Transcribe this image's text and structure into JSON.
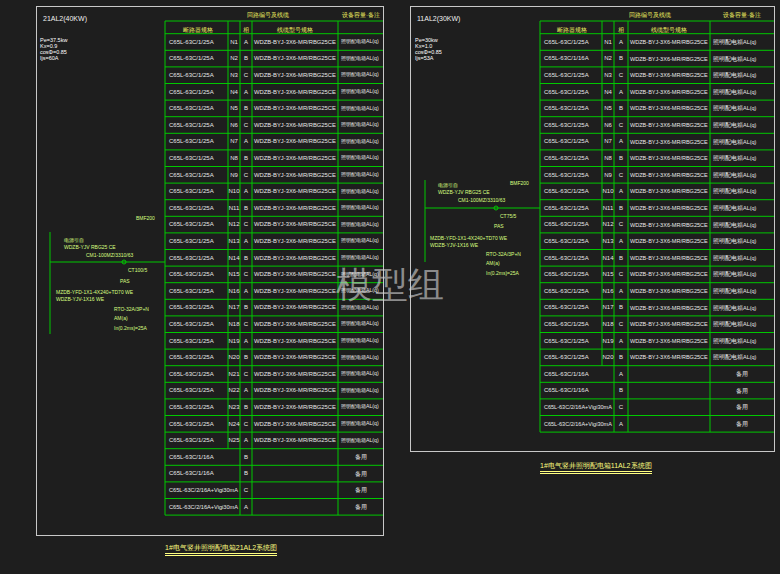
{
  "diagram": {
    "nodes": [
      {
        "text": [
          "21AL2(40KW)"
        ]
      },
      {
        "text": [
          "11AL2(30KW)"
        ]
      }
    ],
    "labels": [
      "Pe=37.5kw",
      "Kx=0.9",
      "cosΦ=0.85",
      "Ijs=60A",
      "回路编号及线缆",
      "设备容量·备注",
      "断路器规格",
      "相",
      "线缆型号规格",
      "C65L-63C/1/25A",
      "N1",
      "A",
      "WDZB-BYJ-3X6-MR/RBG25CE",
      "照明配电箱AL(q)",
      "C65L-63C/1/25A",
      "N2",
      "B",
      "WDZB-BYJ-3X6-MR/RBG25CE",
      "照明配电箱AL(q)",
      "C65L-63C/1/25A",
      "N3",
      "C",
      "WDZB-BYJ-3X6-MR/RBG25CE",
      "照明配电箱AL(q)",
      "C65L-63C/1/25A",
      "N4",
      "A",
      "WDZB-BYJ-3X6-MR/RBG25CE",
      "照明配电箱AL(q)",
      "C65L-63C/1/25A",
      "N5",
      "B",
      "WDZB-BYJ-3X6-MR/RBG25CE",
      "照明配电箱AL(q)",
      "C65L-63C/1/25A",
      "N6",
      "C",
      "WDZB-BYJ-3X6-MR/RBG25CE",
      "照明配电箱AL(q)",
      "C65L-63C/1/25A",
      "N7",
      "A",
      "WDZB-BYJ-3X6-MR/RBG25CE",
      "照明配电箱AL(q)",
      "C65L-63C/1/25A",
      "N8",
      "B",
      "WDZB-BYJ-3X6-MR/RBG25CE",
      "照明配电箱AL(q)",
      "C65L-63C/1/25A",
      "N9",
      "C",
      "WDZB-BYJ-3X6-MR/RBG25CE",
      "照明配电箱AL(q)",
      "C65L-63C/1/25A",
      "N10",
      "A",
      "WDZB-BYJ-3X6-MR/RBG25CE",
      "照明配电箱AL(q)",
      "C65L-63C/1/25A",
      "N11",
      "B",
      "WDZB-BYJ-3X6-MR/RBG25CE",
      "照明配电箱AL(q)",
      "C65L-63C/1/25A",
      "N12",
      "C",
      "WDZB-BYJ-3X6-MR/RBG25CE",
      "照明配电箱AL(q)",
      "C65L-63C/1/25A",
      "N13",
      "A",
      "WDZB-BYJ-3X6-MR/RBG25CE",
      "照明配电箱AL(q)",
      "C65L-63C/1/25A",
      "N14",
      "B",
      "WDZB-BYJ-3X6-MR/RBG25CE",
      "照明配电箱AL(q)",
      "C65L-63C/1/25A",
      "N15",
      "C",
      "WDZB-BYJ-3X6-MR/RBG25CE",
      "照明配电箱AL(q)",
      "C65L-63C/1/25A",
      "N16",
      "A",
      "WDZB-BYJ-3X6-MR/RBG25CE",
      "照明配电箱AL(q)",
      "C65L-63C/1/25A",
      "N17",
      "B",
      "WDZB-BYJ-3X6-MR/RBG25CE",
      "照明配电箱AL(q)",
      "C65L-63C/1/25A",
      "N18",
      "C",
      "WDZB-BYJ-3X6-MR/RBG25CE",
      "照明配电箱AL(q)",
      "C65L-63C/1/25A",
      "N19",
      "A",
      "WDZB-BYJ-3X6-MR/RBG25CE",
      "照明配电箱AL(q)",
      "C65L-63C/1/25A",
      "N20",
      "B",
      "WDZB-BYJ-3X6-MR/RBG25CE",
      "照明配电箱AL(q)",
      "C65L-63C/1/25A",
      "N21",
      "C",
      "WDZB-BYJ-3X6-MR/RBG25CE",
      "照明配电箱AL(q)",
      "C65L-63C/1/25A",
      "N22",
      "A",
      "WDZB-BYJ-3X6-MR/RBG25CE",
      "照明配电箱AL(q)",
      "C65L-63C/1/25A",
      "N23",
      "B",
      "WDZB-BYJ-3X6-MR/RBG25CE",
      "照明配电箱AL(q)",
      "C65L-63C/1/25A",
      "N24",
      "C",
      "WDZB-BYJ-3X6-MR/RBG25CE",
      "照明配电箱AL(q)",
      "C65L-63C/1/25A",
      "N25",
      "A",
      "WDZB-BYJ-3X6-MR/RBG25CE",
      "照明配电箱AL(q)",
      "C65L-63C/1/16A",
      "B",
      "备用",
      "C65L-63C/1/16A",
      "B",
      "备用",
      "C65L-63C/2/16A+Vigi30mA",
      "C",
      "备用",
      "C65L-63C/2/16A+Vigi30mA",
      "A",
      "备用",
      "BMF200",
      "电源引自",
      "WDZB-YJV RBG25 CE",
      "CM1-100MZ/3310/63",
      "CT100/5",
      "PAS",
      "MZDB-YFD-1X1-4X240+TD70 WE",
      "WDZB-YJV-1X16 WE",
      "RTO-32A/3P+N",
      "AM(a)",
      "In(0.2ms)=25A",
      "1#电气竖井照明配电箱21AL2系统图",
      "Pe=30kw",
      "Kx=1.0",
      "cosΦ=0.85",
      "Ijs=53A",
      "回路编号及线缆",
      "设备容量·备注",
      "断路器规格",
      "相",
      "线缆型号规格",
      "C65L-63C/1/25A",
      "N1",
      "A",
      "WDZB-BYJ-3X6-MR/RBG25CE",
      "照明配电箱AL(q)",
      "C65L-63C/1/16A",
      "N2",
      "B",
      "WDZB-BYJ-3X6-MR/RBG25CE",
      "照明配电箱AL(q)",
      "C65L-63C/1/25A",
      "N3",
      "C",
      "WDZB-BYJ-3X6-MR/RBG25CE",
      "照明配电箱AL(q)",
      "C65L-63C/1/25A",
      "N4",
      "A",
      "WDZB-BYJ-3X6-MR/RBG25CE",
      "照明配电箱AL(q)",
      "C65L-63C/1/25A",
      "N5",
      "B",
      "WDZB-BYJ-3X6-MR/RBG25CE",
      "照明配电箱AL(q)",
      "C65L-63C/1/25A",
      "N6",
      "C",
      "WDZB-BYJ-3X6-MR/RBG25CE",
      "照明配电箱AL(q)",
      "C65L-63C/1/25A",
      "N7",
      "A",
      "WDZB-BYJ-3X6-MR/RBG25CE",
      "照明配电箱AL(q)",
      "C65L-63C/1/25A",
      "N8",
      "B",
      "WDZB-BYJ-3X6-MR/RBG25CE",
      "照明配电箱AL(q)",
      "C65L-63C/1/25A",
      "N9",
      "C",
      "WDZB-BYJ-3X6-MR/RBG25CE",
      "照明配电箱AL(q)",
      "C65L-63C/1/25A",
      "N10",
      "A",
      "WDZB-BYJ-3X6-MR/RBG25CE",
      "照明配电箱AL(q)",
      "C65L-63C/1/25A",
      "N11",
      "B",
      "WDZB-BYJ-3X6-MR/RBG25CE",
      "照明配电箱AL(q)",
      "C65L-63C/1/25A",
      "N12",
      "C",
      "WDZB-BYJ-3X6-MR/RBG25CE",
      "照明配电箱AL(q)",
      "C65L-63C/1/25A",
      "N13",
      "A",
      "WDZB-BYJ-3X6-MR/RBG25CE",
      "照明配电箱AL(q)",
      "C65L-63C/1/25A",
      "N14",
      "B",
      "WDZB-BYJ-3X6-MR/RBG25CE",
      "照明配电箱AL(q)",
      "C65L-63C/1/25A",
      "N15",
      "C",
      "WDZB-BYJ-3X6-MR/RBG25CE",
      "照明配电箱AL(q)",
      "C65L-63C/1/25A",
      "N16",
      "A",
      "WDZB-BYJ-3X6-MR/RBG25CE",
      "照明配电箱AL(q)",
      "C65L-63C/1/25A",
      "N17",
      "B",
      "WDZB-BYJ-3X6-MR/RBG25CE",
      "照明配电箱AL(q)",
      "C65L-63C/1/25A",
      "N18",
      "C",
      "WDZB-BYJ-3X6-MR/RBG25CE",
      "照明配电箱AL(q)",
      "C65L-63C/1/25A",
      "N19",
      "A",
      "WDZB-BYJ-3X6-MR/RBG25CE",
      "照明配电箱AL(q)",
      "C65L-63C/1/25A",
      "N20",
      "B",
      "WDZB-BYJ-3X6-MR/RBG25CE",
      "照明配电箱AL(q)",
      "C65L-63C/1/16A",
      "A",
      "备用",
      "C65L-63C/1/16A",
      "B",
      "备用",
      "C65L-63C/2/16A+Vigi30mA",
      "C",
      "备用",
      "C65L-63C/2/16A+Vigi30mA",
      "A",
      "备用",
      "BMF200",
      "电源引自",
      "WDZB-YJV RBG25 CE",
      "CM1-100MZ/3310/63",
      "CT75/5",
      "PAS",
      "MZDB-YFD-1X1-4X240+TD70 WE",
      "WDZB-YJV-1X16 WE",
      "RTO-32A/3P+N",
      "AM(a)",
      "In(0.2ms)=25A",
      "1#电气竖井照明配电箱11AL2系统图",
      "模型组"
    ]
  }
}
